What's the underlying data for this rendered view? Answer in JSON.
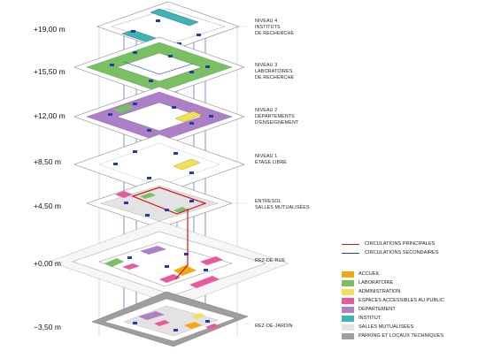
{
  "elevations": [
    "+19,00 m",
    "+15,50 m",
    "+12,00 m",
    "+8,50 m",
    "+4,50 m",
    "+0,00 m",
    "−3,50 m"
  ],
  "levels": [
    {
      "lines": [
        "NIVEAU 4",
        "INSTITUTS",
        "DE RECHERCHE"
      ]
    },
    {
      "lines": [
        "NIVEAU 3",
        "LABORATOIRES",
        "DE RECHERCHE"
      ]
    },
    {
      "lines": [
        "NIVEAU 2",
        "DÉPARTEMENTS",
        "D'ENSEIGNEMENT"
      ]
    },
    {
      "lines": [
        "NIVEAU 1",
        "ÉTAGE LIBRE"
      ]
    },
    {
      "lines": [
        "ENTRESOL",
        "SALLES MUTUALISÉES"
      ]
    },
    {
      "lines": [
        "REZ-DE-RUE"
      ]
    },
    {
      "lines": [
        "REZ-DE-JARDIN"
      ]
    }
  ],
  "legend": {
    "lines": [
      {
        "label": "CIRCULATIONS PRINCIPALES",
        "color": "#d8141b"
      },
      {
        "label": "CIRCULATIONS SECONDAIRES",
        "color": "#1f3ea8"
      }
    ],
    "swatches": [
      {
        "label": "ACCUEIL",
        "color": "#f3a712"
      },
      {
        "label": "LABORATOIRE",
        "color": "#79c063"
      },
      {
        "label": "ADMINISTRATION",
        "color": "#f2e057"
      },
      {
        "label": "ESPACES ACCESSIBLES AU PUBLIC",
        "color": "#ea5a9a"
      },
      {
        "label": "DÉPARTEMENT",
        "color": "#ad7fc6"
      },
      {
        "label": "INSTITUT",
        "color": "#3cb6b0"
      },
      {
        "label": "SALLES MUTUALISÉES",
        "color": "#e3e3e3"
      },
      {
        "label": "PARKING ET LOCAUX TECHNIQUES",
        "color": "#9e9e9e"
      }
    ]
  }
}
